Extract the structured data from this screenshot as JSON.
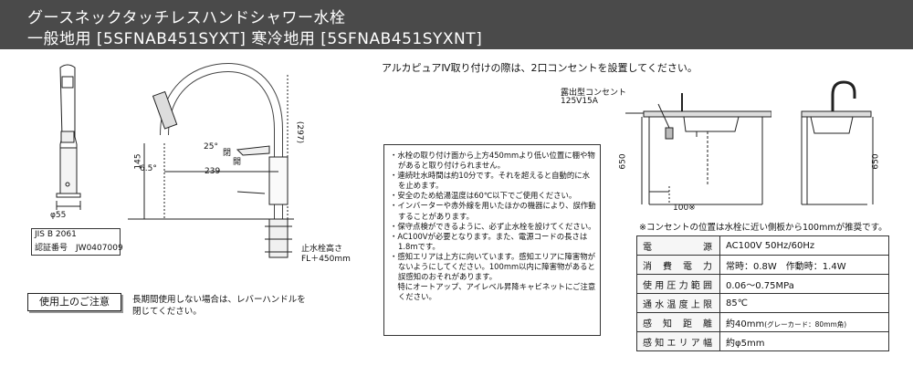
{
  "header": {
    "title_line1": "グースネックタッチレスハンドシャワー水栓",
    "title_line2": "一般地用 [5SFNAB451SYXT] 寒冷地用 [5SFNAB451SYXNT]"
  },
  "left_figure": {
    "dim_55": "φ55",
    "dim_145": "145",
    "dim_6_5": "6.5°",
    "dim_239": "239",
    "dim_25": "25°",
    "dim_297": "(297)",
    "label_close": "閉",
    "label_open": "開",
    "jis": "JIS B 2061",
    "cert_label": "認証番号",
    "cert_number": "JW0407009",
    "stop_valve_height_line1": "止水栓高さ",
    "stop_valve_height_line2": "FL＋450mm"
  },
  "caution": {
    "label": "使用上のご注意",
    "text_line1": "長期間使用しない場合は、レバーハンドルを",
    "text_line2": "閉じてください。"
  },
  "right_top": {
    "heading": "アルカピュアⅣ取り付けの際は、2口コンセントを設置してください。",
    "outlet_label_line1": "露出型コンセント",
    "outlet_label_line2": "125V15A",
    "dim_650_left": "650",
    "dim_650_right": "650",
    "dim_100": "100※",
    "footnote": "※コンセントの位置は水栓に近い側板から100mmが推奨です。"
  },
  "notes": [
    "・水栓の取り付け面から上方450mmより低い位置に棚や物があると取り付けられません。",
    "・連続吐水時間は約10分です。それを超えると自動的に水を止めます。",
    "・安全のため給湯温度は60℃以下でご使用ください。",
    "・インバーターや赤外線を用いたほかの機器により、誤作動することがあります。",
    "・保守点検ができるように、必ず止水栓を設けてください。",
    "・AC100Vが必要となります。また、電源コードの長さは1.8mです。",
    "・感知エリアは上方に向いています。感知エリアに障害物がないようにしてください。100mm以内に障害物があると誤感知のおそれがあります。",
    "　特にオートアップ、アイレベル昇降キャビネットにご注意ください。"
  ],
  "spec": [
    {
      "key": "電源",
      "value": "AC100V 50Hz/60Hz",
      "note": ""
    },
    {
      "key": "消費電力",
      "value": "常時：0.8W　作動時：1.4W",
      "note": ""
    },
    {
      "key": "使用圧力範囲",
      "value": "0.06～0.75MPa",
      "note": ""
    },
    {
      "key": "通水温度上限",
      "value": "85℃",
      "note": ""
    },
    {
      "key": "感知距離",
      "value": "約40mm",
      "note": "(グレーカード：80mm角)"
    },
    {
      "key": "感知エリア幅",
      "value": "約φ5mm",
      "note": ""
    }
  ]
}
